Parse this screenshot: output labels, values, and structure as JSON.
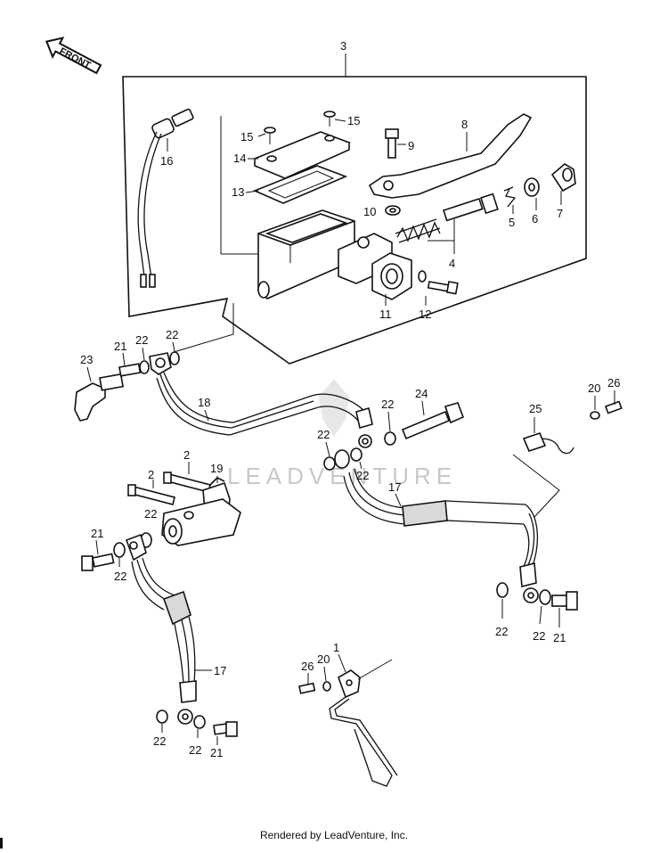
{
  "front_label": "FRONT",
  "watermark": "LEADVENTURE",
  "footer": "Rendered by LeadVenture, Inc.",
  "callouts": {
    "c1": "1",
    "c2a": "2",
    "c2b": "2",
    "c3": "3",
    "c4": "4",
    "c5": "5",
    "c6": "6",
    "c7": "7",
    "c8": "8",
    "c9": "9",
    "c10": "10",
    "c11": "11",
    "c12": "12",
    "c13": "13",
    "c14": "14",
    "c15a": "15",
    "c15b": "15",
    "c16": "16",
    "c17a": "17",
    "c17b": "17",
    "c18": "18",
    "c19": "19",
    "c20a": "20",
    "c20b": "20",
    "c21a": "21",
    "c21b": "21",
    "c21c": "21",
    "c21d": "21",
    "c22a": "22",
    "c22b": "22",
    "c22c": "22",
    "c22d": "22",
    "c22e": "22",
    "c22f": "22",
    "c22g": "22",
    "c22h": "22",
    "c22i": "22",
    "c22j": "22",
    "c22k": "22",
    "c23": "23",
    "c24": "24",
    "c25": "25",
    "c26a": "26",
    "c26b": "26"
  }
}
